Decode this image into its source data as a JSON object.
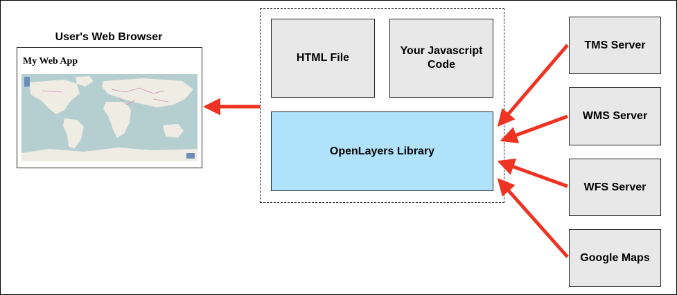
{
  "browser": {
    "title": "User's Web Browser",
    "app_title": "My Web App"
  },
  "app_bundle": {
    "html_file": "HTML File",
    "js_code_line1": "Your Javascript",
    "js_code_line2": "Code",
    "library": "OpenLayers Library"
  },
  "servers": [
    {
      "label": "TMS Server"
    },
    {
      "label": "WMS Server"
    },
    {
      "label": "WFS Server"
    },
    {
      "label": "Google Maps"
    }
  ],
  "colors": {
    "arrow": "#ee3322",
    "library_fill": "#b0e3fb",
    "box_fill": "#e8e8e8",
    "sea": "#b5cfd0",
    "land": "#efece3"
  }
}
